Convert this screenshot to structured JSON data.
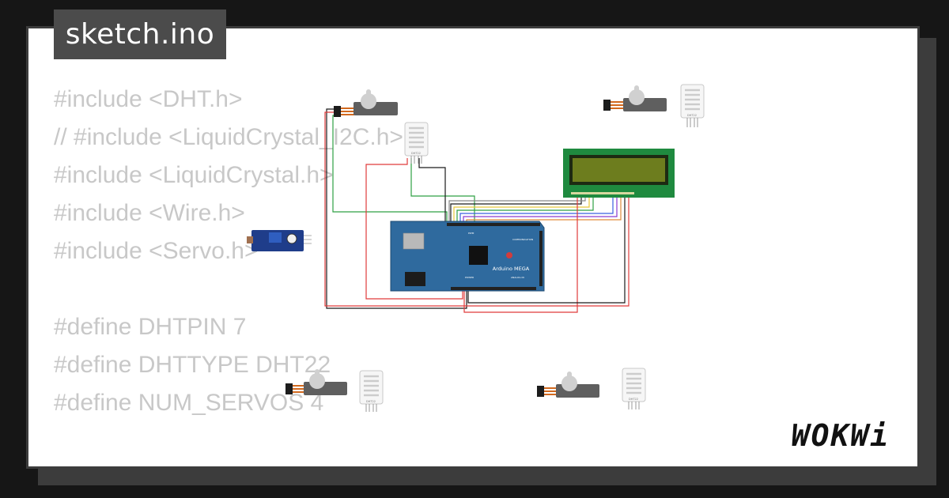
{
  "file_tab": {
    "label": "sketch.ino"
  },
  "code_lines": [
    "#include <DHT.h>",
    "// #include <LiquidCrystal_I2C.h>",
    "#include <LiquidCrystal.h>",
    "#include <Wire.h>",
    "#include <Servo.h>",
    "",
    "#define DHTPIN 7",
    "#define DHTTYPE DHT22",
    "#define NUM_SERVOS 4"
  ],
  "board": {
    "name": "Arduino MEGA",
    "sections": [
      "PWM",
      "COMMUNICATION",
      "POWER",
      "ANALOG IN"
    ]
  },
  "sensors": {
    "label": "DHT22"
  },
  "logo": {
    "text": "WOKWi"
  },
  "colors": {
    "page_bg": "#161616",
    "card_bg": "#ffffff",
    "tab_bg": "#4b4b4b",
    "code_text": "#c8c8c8",
    "board_blue": "#2f6a9e",
    "lcd_green": "#1f8a3f",
    "lcd_screen": "#6d7d1e",
    "wire_red": "#e03b3b",
    "wire_black": "#1a1a1a",
    "wire_green": "#2ea043"
  },
  "icons": [
    "servo-motor-icon",
    "dht22-sensor-icon",
    "lcd-display-icon",
    "arduino-mega-icon",
    "ir-sensor-module-icon",
    "wokwi-logo"
  ]
}
